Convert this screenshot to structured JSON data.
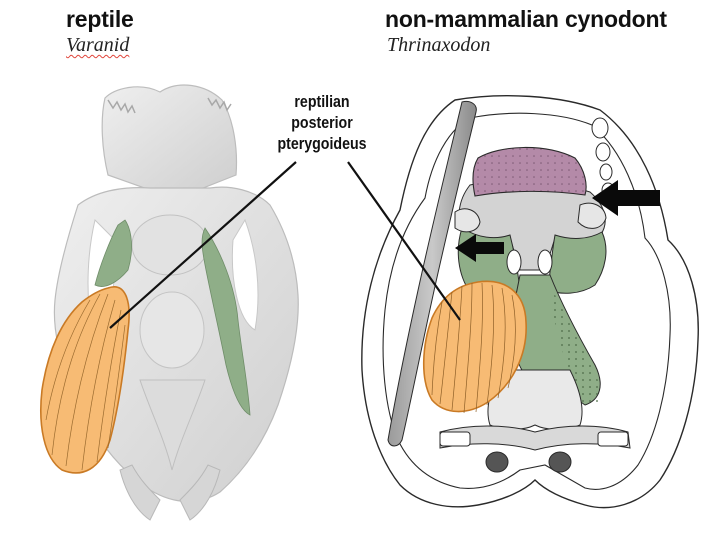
{
  "left_panel": {
    "title": "reptile",
    "subtitle": "Varanid"
  },
  "right_panel": {
    "title": "non-mammalian cynodont",
    "subtitle": "Thrinaxodon"
  },
  "muscle_label": {
    "line1": "reptilian",
    "line2": "posterior",
    "line3": "pterygoideus"
  },
  "colors": {
    "muscle_fill": "#f7bb74",
    "muscle_stroke": "#d98a2e",
    "green_muscle": "#8fae88",
    "purple_region": "#b48aa8",
    "bone_gray": "#d9d9d9",
    "dark_gray": "#7a7a7a"
  }
}
